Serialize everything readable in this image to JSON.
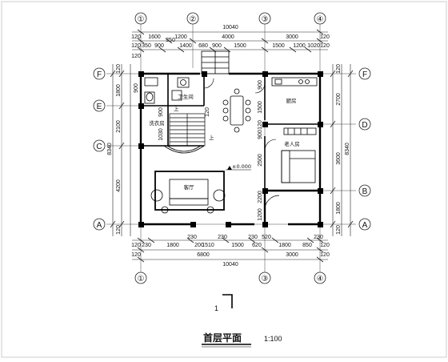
{
  "axes": {
    "top": [
      "①",
      "②",
      "③",
      "④"
    ],
    "bottom": [
      "①",
      "③",
      "④"
    ],
    "left": [
      "F",
      "E",
      "C",
      "A"
    ],
    "right": [
      "F",
      "D",
      "B",
      "A"
    ]
  },
  "dims_top": {
    "overall": "10040",
    "row2": [
      "120",
      "1600",
      "1200",
      "4000",
      "3000",
      "120"
    ],
    "row3": [
      "120",
      "350",
      "900",
      "350",
      "1400",
      "680",
      "900",
      "1500",
      "1500",
      "1200",
      "1020"
    ],
    "row3b": [
      "120",
      "120"
    ]
  },
  "dims_bottom": {
    "row1": [
      "120",
      "230",
      "1800",
      "230",
      "1510",
      "230",
      "1500",
      "230",
      "1800",
      "850",
      "230",
      "120",
      "620",
      "520",
      "200"
    ],
    "row2": [
      "6800",
      "3000"
    ],
    "overall": "10040",
    "end": [
      "120",
      "120"
    ]
  },
  "dims_left": {
    "outer": "8340",
    "inner": [
      "120",
      "1800",
      "2100",
      "4200",
      "120"
    ],
    "row": [
      "900",
      "900",
      "1030",
      "120"
    ]
  },
  "dims_right": {
    "outer": "8340",
    "inner": [
      "120",
      "2700",
      "3600",
      "1800",
      "120"
    ],
    "row": [
      "900",
      "1500",
      "120",
      "900",
      "2500",
      "2200",
      "1200"
    ]
  },
  "rooms": {
    "kitchen": "厨房",
    "elder_room": "老人房",
    "living_room": "客厅",
    "laundry": "洗衣房",
    "bath": "卫生间",
    "up_a": "上",
    "up_b": "上",
    "level": "±0.000"
  },
  "section_mark": "1",
  "title": "首层平面",
  "scale": "1:100"
}
